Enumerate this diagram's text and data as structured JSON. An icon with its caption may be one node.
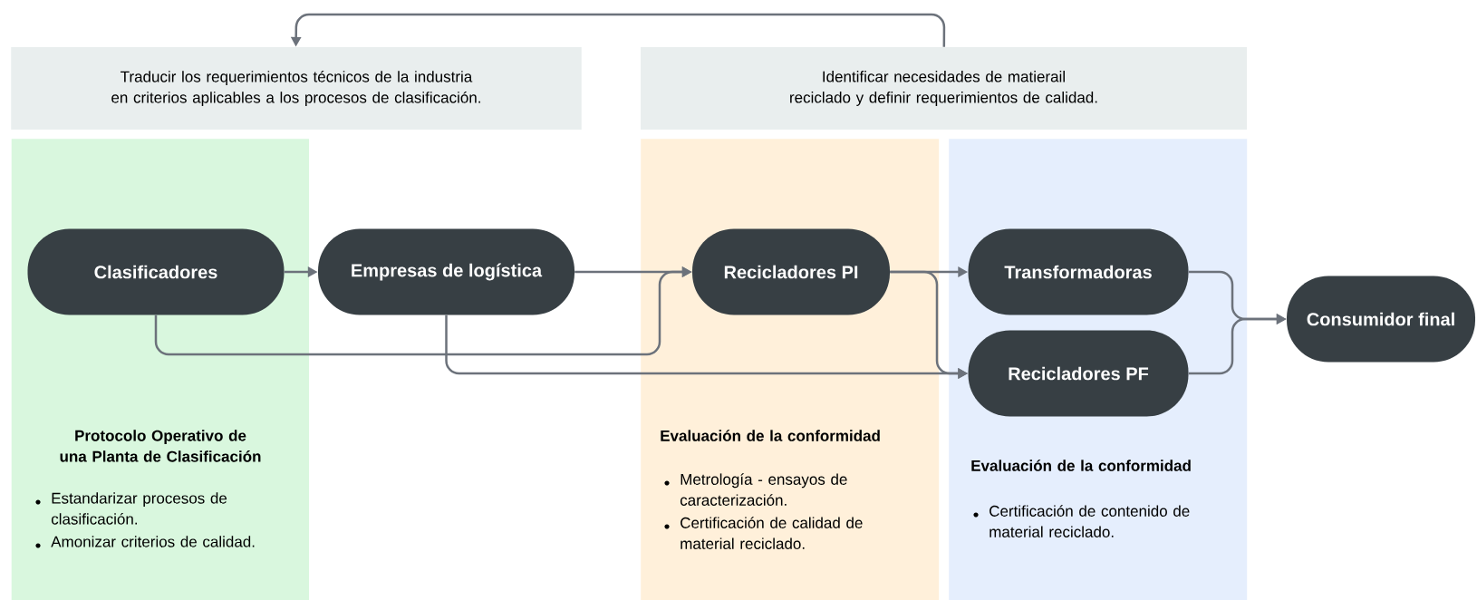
{
  "diagram": {
    "nodes": [
      {
        "text": [
          "Traducir los requerimientos técnicos de la industria en criterios aplicables a los procesos de clasificación."
        ]
      },
      {
        "text": [
          "Identificar necesidades de matierail reciclado y definir requerimientos de calidad."
        ]
      },
      {
        "text": [
          "Protocolo Operativo de una Planta de Clasificación",
          "Estandarizar procesos de clasificación.",
          "Amonizar criterios de calidad."
        ]
      },
      {
        "text": [
          "Evaluación de la conformidad",
          "Metrología - ensayos de caracterización.",
          "Certificación de calidad de material reciclado."
        ]
      },
      {
        "text": [
          "Evaluación de la conformidad",
          "Certificación de contenido de material reciclado."
        ]
      },
      {
        "text": [
          "Clasificadores"
        ],
        "in": 2
      },
      {
        "text": [
          "Empresas de logística"
        ]
      },
      {
        "text": [
          "Recicladores PI"
        ],
        "in": 3
      },
      {
        "text": [
          "Transformadoras"
        ],
        "in": 4
      },
      {
        "text": [
          "Recicladores PF"
        ],
        "in": 4
      },
      {
        "text": [
          "Consumidor final"
        ]
      }
    ],
    "edges": [
      {
        "from": 1,
        "to": 0,
        "arrow": "to"
      },
      {
        "from": 5,
        "to": 6,
        "arrow": "to"
      },
      {
        "from": 6,
        "to": 7,
        "arrow": "to"
      },
      {
        "from": 5,
        "to": 7,
        "arrow": "to"
      },
      {
        "from": 6,
        "to": 9,
        "arrow": "to"
      },
      {
        "from": 7,
        "to": 8,
        "arrow": "to"
      },
      {
        "from": 7,
        "to": 9,
        "arrow": "to"
      },
      {
        "from": 8,
        "to": 10,
        "arrow": "to"
      },
      {
        "from": 9,
        "to": 10,
        "arrow": "to"
      }
    ]
  }
}
